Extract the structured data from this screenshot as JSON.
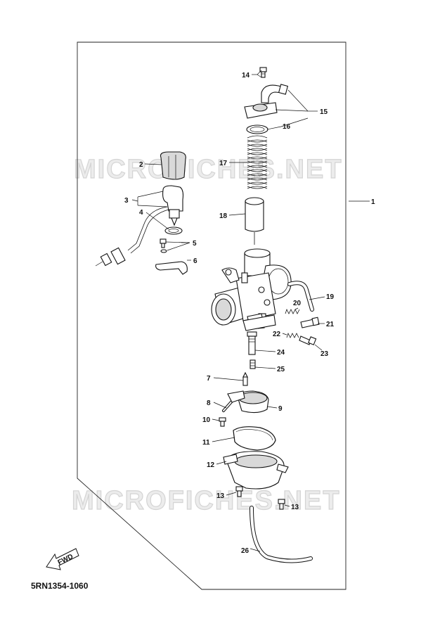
{
  "watermark": "MICROFICHES.NET",
  "diagram_code": "5RN1354-1060",
  "fwd_label": "FWD",
  "callouts": {
    "c1": "1",
    "c2": "2",
    "c3": "3",
    "c4": "4",
    "c5": "5",
    "c6": "6",
    "c7": "7",
    "c8": "8",
    "c9": "9",
    "c10": "10",
    "c11": "11",
    "c12": "12",
    "c13a": "13",
    "c13b": "13",
    "c14": "14",
    "c15": "15",
    "c16": "16",
    "c17": "17",
    "c18": "18",
    "c19": "19",
    "c20": "20",
    "c21": "21",
    "c22": "22",
    "c23": "23",
    "c24": "24",
    "c25": "25",
    "c26": "26"
  }
}
